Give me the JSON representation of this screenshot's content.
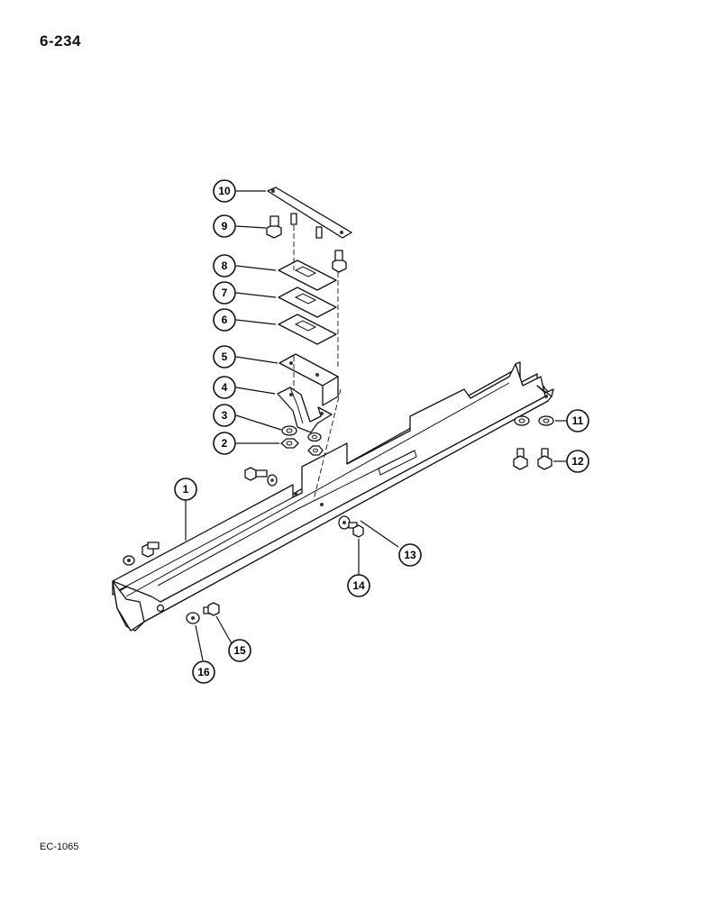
{
  "page": {
    "page_number": "6-234",
    "doc_code": "EC-1065"
  },
  "callouts": [
    {
      "id": "1",
      "label": "1"
    },
    {
      "id": "2",
      "label": "2"
    },
    {
      "id": "3",
      "label": "3"
    },
    {
      "id": "4",
      "label": "4"
    },
    {
      "id": "5",
      "label": "5"
    },
    {
      "id": "6",
      "label": "6"
    },
    {
      "id": "7",
      "label": "7"
    },
    {
      "id": "8",
      "label": "8"
    },
    {
      "id": "9",
      "label": "9"
    },
    {
      "id": "10",
      "label": "10"
    },
    {
      "id": "11",
      "label": "11"
    },
    {
      "id": "12",
      "label": "12"
    },
    {
      "id": "13",
      "label": "13"
    },
    {
      "id": "14",
      "label": "14"
    },
    {
      "id": "15",
      "label": "15"
    },
    {
      "id": "16",
      "label": "16"
    }
  ]
}
